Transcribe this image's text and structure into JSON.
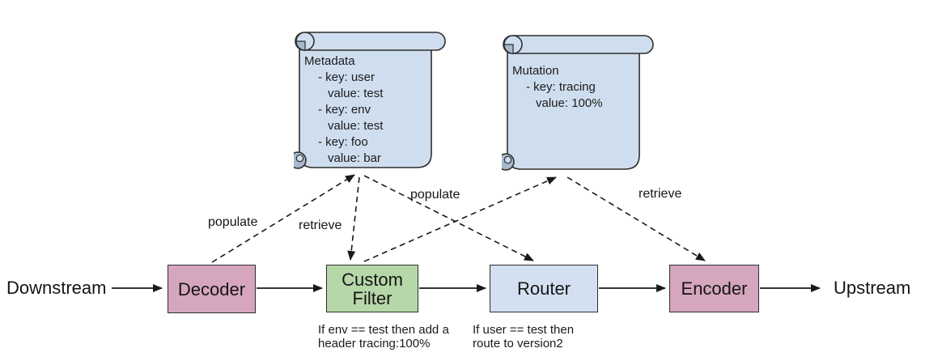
{
  "diagram": {
    "endpoints": {
      "downstream": "Downstream",
      "upstream": "Upstream"
    },
    "nodes": [
      {
        "id": "decoder",
        "label": "Decoder",
        "color": "#d5a6bd"
      },
      {
        "id": "custom_filter",
        "label": "Custom Filter",
        "color": "#b6d7a8",
        "caption": "If env == test then add a header tracing:100%"
      },
      {
        "id": "router",
        "label": "Router",
        "color": "#d2e0f2",
        "caption": "If user == test then route to version2"
      },
      {
        "id": "encoder",
        "label": "Encoder",
        "color": "#d5a6bd"
      }
    ],
    "edge_labels": {
      "populate_decoder_to_metadata": "populate",
      "retrieve_metadata_to_filter": "retrieve",
      "populate_filter_to_mutation": "populate",
      "retrieve_mutation_to_encoder": "retrieve"
    },
    "scrolls": {
      "metadata": {
        "title": "Metadata",
        "lines": [
          "- key: user",
          "value: test",
          "- key: env",
          "value: test",
          "- key: foo",
          "value: bar"
        ],
        "fill_color": "#cfdeef",
        "curl_color": "#a7b9cb"
      },
      "mutation": {
        "title": "Mutation",
        "lines": [
          "- key: tracing",
          "value: 100%"
        ],
        "fill_color": "#cfdeef",
        "curl_color": "#a7b9cb"
      }
    }
  }
}
